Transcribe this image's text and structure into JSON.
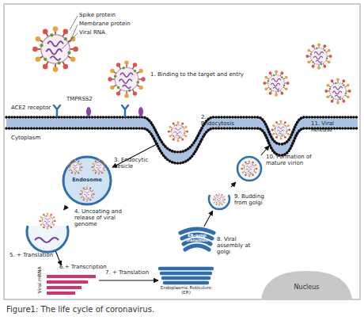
{
  "diagram": {
    "caption": "Figure1: The life cycle of coronavirus.",
    "nodes": [
      {
        "text": [
          "2. Endocytosis"
        ]
      },
      {
        "text": [
          "3. Endocytic vesicle",
          "Endosome"
        ]
      },
      {
        "text": [
          "4. Uncoating and release of viral genome"
        ]
      },
      {
        "text": [
          "Viral mRNA",
          "6.+ Transcription"
        ]
      },
      {
        "text": [
          "Endoplasmic Reticulum (ER)"
        ]
      },
      {
        "text": [
          "ER-golgi transition",
          "8. Viral assembly at golgi"
        ]
      },
      {
        "text": [
          "9. Budding from golgi"
        ]
      },
      {
        "text": [
          "10. Formation of mature virion"
        ]
      },
      {
        "text": [
          "11. Viral Release"
        ]
      },
      {
        "text": [
          "Nucleus"
        ]
      }
    ],
    "edges": [
      {
        "from": 0,
        "to": 1,
        "arrow": "to"
      },
      {
        "from": 1,
        "to": 2,
        "arrow": "to"
      },
      {
        "from": 2,
        "to": 3,
        "label": "5. + Translation",
        "arrow": "to"
      },
      {
        "from": 3,
        "to": 4,
        "label": "7. + Translation",
        "arrow": "to"
      },
      {
        "from": 5,
        "to": 6,
        "arrow": "to"
      },
      {
        "from": 6,
        "to": 7,
        "arrow": "to"
      },
      {
        "from": 7,
        "to": 8,
        "arrow": "to"
      }
    ],
    "labels": [
      "Spike protein",
      "Membrane protein",
      "Viral RNA",
      "1. Binding to the target and entry",
      "ACE2 receptor",
      "TMPRSS2",
      "Cytoplasm"
    ]
  }
}
